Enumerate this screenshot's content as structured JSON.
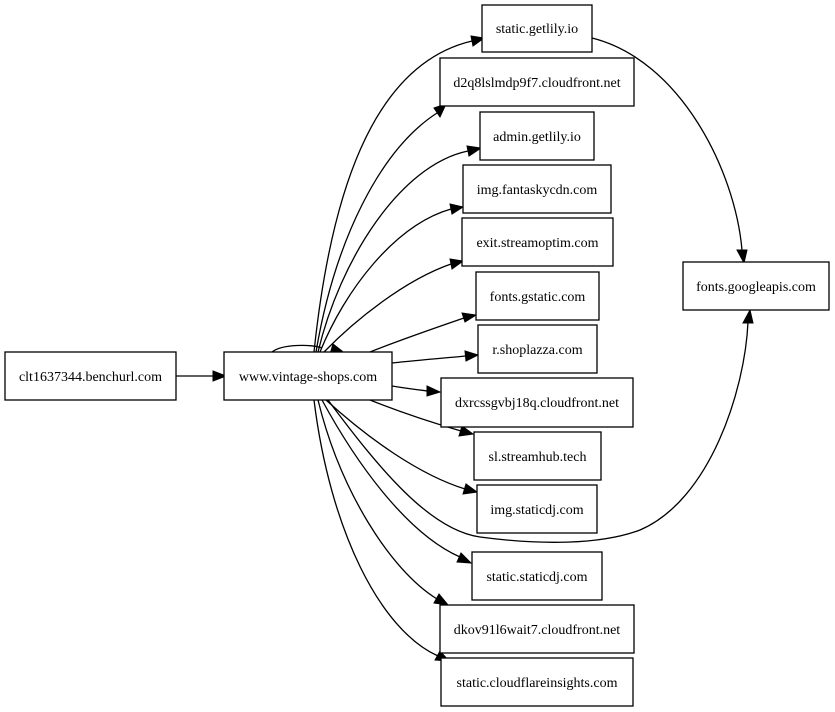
{
  "graph": {
    "nodes": {
      "clt": "clt1637344.benchurl.com",
      "www": "www.vintage-shops.com",
      "getlily": "static.getlily.io",
      "d2q8": "d2q8lslmdp9f7.cloudfront.net",
      "admin": "admin.getlily.io",
      "imgfantasky": "img.fantaskycdn.com",
      "exit": "exit.streamoptim.com",
      "gstatic": "fonts.gstatic.com",
      "shoplazza": "r.shoplazza.com",
      "dxrc": "dxrcssgvbj18q.cloudfront.net",
      "streamhub": "sl.streamhub.tech",
      "imgstaticdj": "img.staticdj.com",
      "staticdj": "static.staticdj.com",
      "dkov": "dkov91l6wait7.cloudfront.net",
      "cfinsights": "static.cloudflareinsights.com",
      "googleapis": "fonts.googleapis.com"
    },
    "edges": [
      [
        "clt",
        "www"
      ],
      [
        "www",
        "www"
      ],
      [
        "www",
        "getlily"
      ],
      [
        "www",
        "d2q8"
      ],
      [
        "www",
        "admin"
      ],
      [
        "www",
        "imgfantasky"
      ],
      [
        "www",
        "exit"
      ],
      [
        "www",
        "gstatic"
      ],
      [
        "www",
        "shoplazza"
      ],
      [
        "www",
        "dxrc"
      ],
      [
        "www",
        "streamhub"
      ],
      [
        "www",
        "imgstaticdj"
      ],
      [
        "www",
        "staticdj"
      ],
      [
        "www",
        "dkov"
      ],
      [
        "www",
        "cfinsights"
      ],
      [
        "www",
        "googleapis"
      ],
      [
        "getlily",
        "googleapis"
      ]
    ]
  }
}
